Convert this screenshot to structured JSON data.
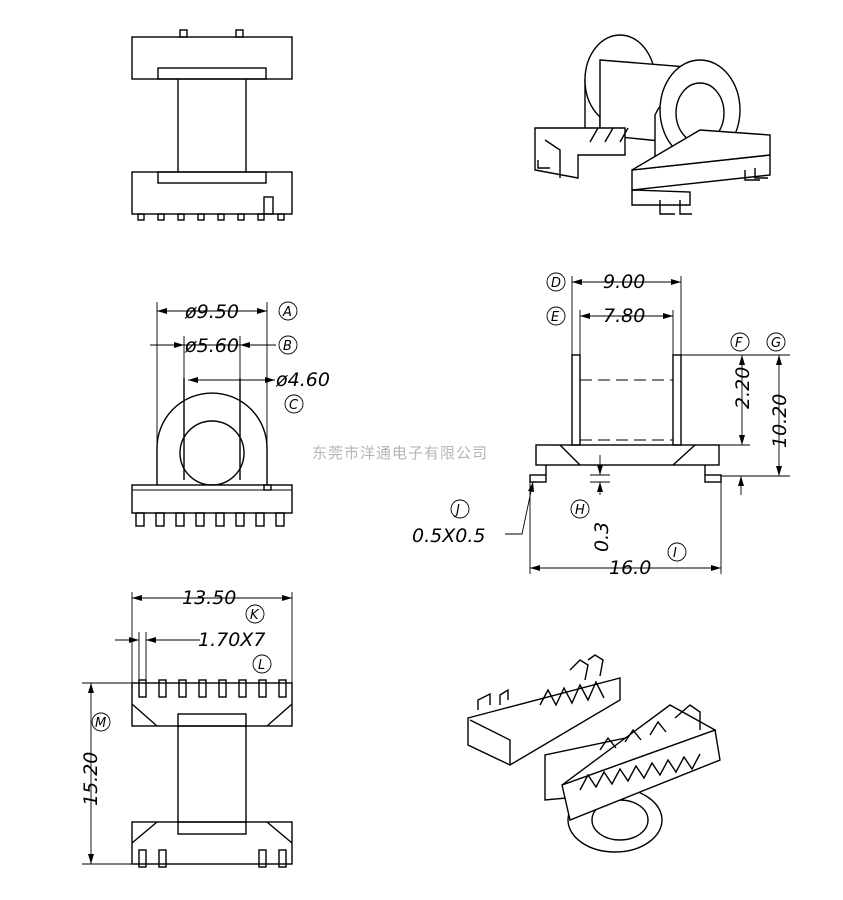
{
  "watermark": "东莞市洋通电子有限公司",
  "dimensions": {
    "A": "ø9.50",
    "B": "ø5.60",
    "C": "ø4.60",
    "D": "9.00",
    "E": "7.80",
    "F": "2.20",
    "G": "10.20",
    "H": "0.3",
    "I": "16.0",
    "J": "0.5X0.5",
    "K": "13.50",
    "L": "1.70X7",
    "M": "15.20"
  },
  "labels": {
    "A": "A",
    "B": "B",
    "C": "C",
    "D": "D",
    "E": "E",
    "F": "F",
    "G": "G",
    "H": "H",
    "I": "I",
    "J": "J",
    "K": "K",
    "L": "L",
    "M": "M"
  }
}
